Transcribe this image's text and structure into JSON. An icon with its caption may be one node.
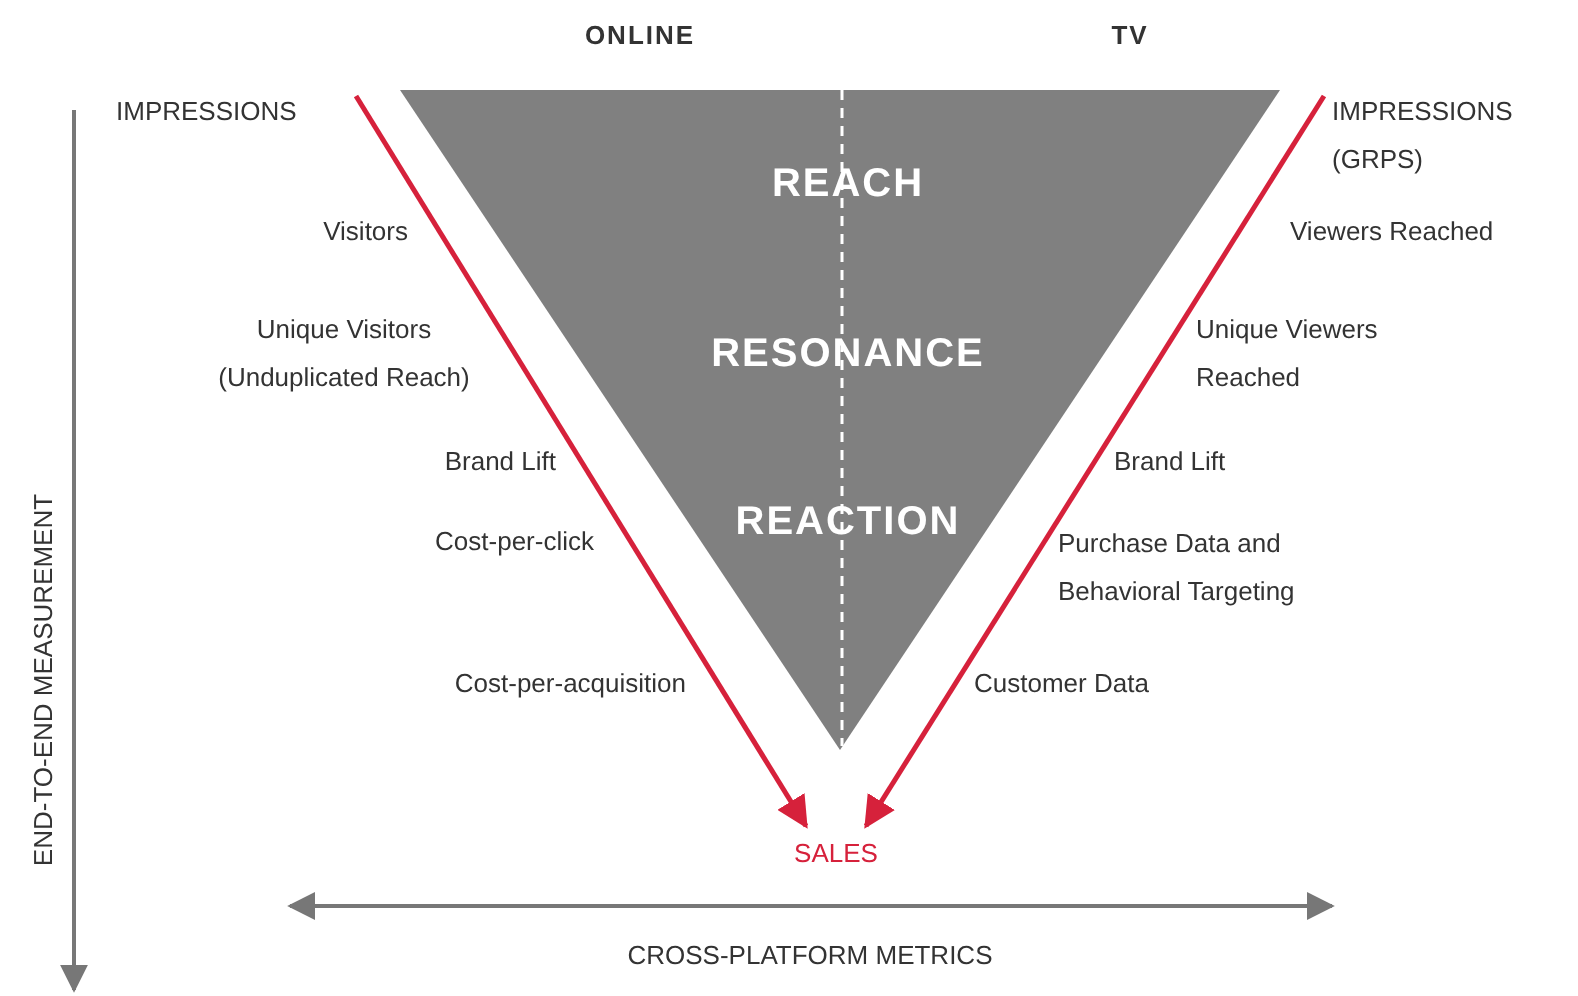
{
  "diagram": {
    "nodes": [
      {
        "text": [
          "REACH",
          "RESONANCE",
          "REACTION"
        ]
      },
      {
        "text": [
          "IMPRESSIONS"
        ]
      },
      {
        "text": [
          "IMPRESSIONS (GRPS)"
        ]
      },
      {
        "text": [
          "SALES"
        ]
      }
    ],
    "edges": [
      {
        "from": 1,
        "to": 3,
        "arrow": "to",
        "color": "#d6213b"
      },
      {
        "from": 2,
        "to": 3,
        "arrow": "to",
        "color": "#d6213b"
      }
    ],
    "labels": [
      "ONLINE",
      "TV",
      "Visitors",
      "Viewers Reached",
      "Unique Visitors (Unduplicated Reach)",
      "Unique Viewers Reached",
      "Brand Lift",
      "Brand Lift",
      "Cost-per-click",
      "Purchase Data and Behavioral Targeting",
      "Cost-per-acquisition",
      "Customer Data",
      "END-TO-END MEASUREMENT",
      "CROSS-PLATFORM METRICS"
    ]
  }
}
